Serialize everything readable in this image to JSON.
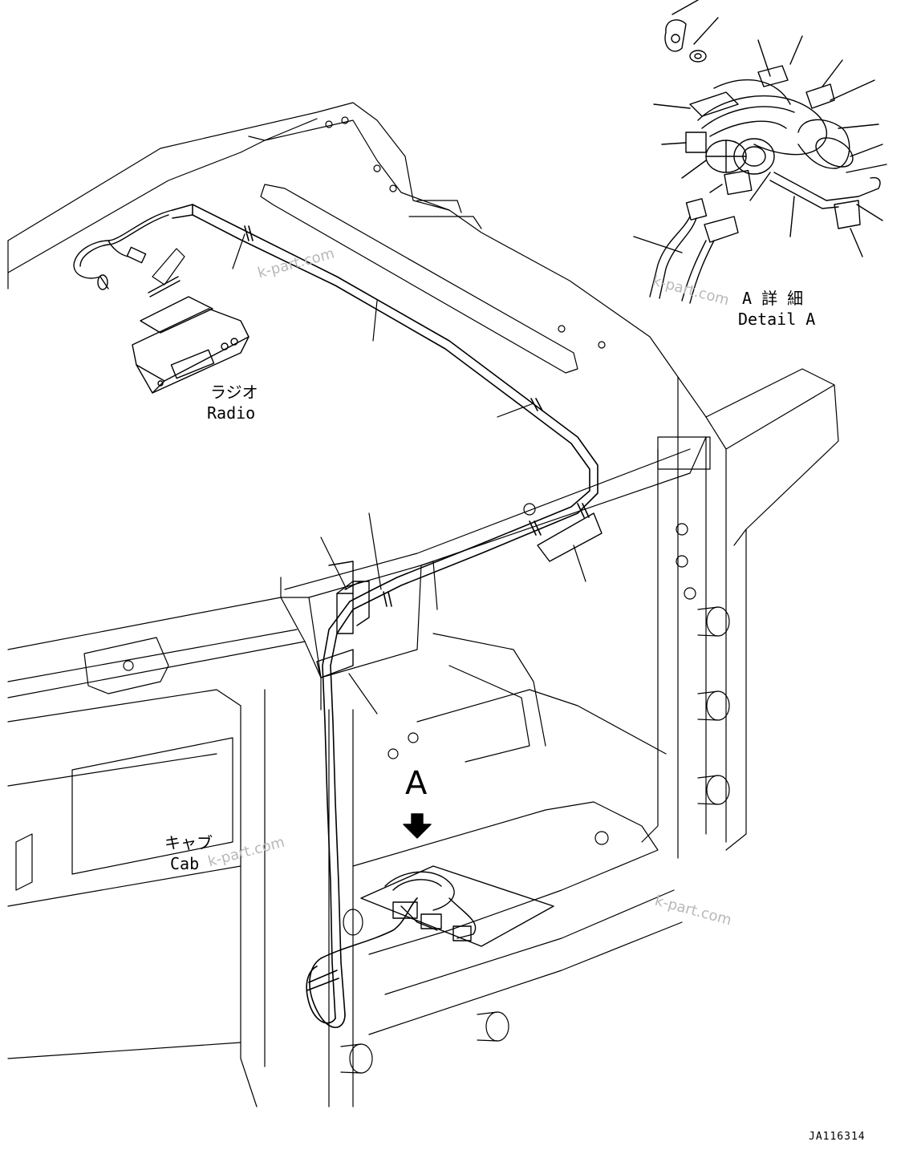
{
  "labels": {
    "radio_jp": "ラジオ",
    "radio_en": "Radio",
    "cab_jp": "キャブ",
    "cab_en": "Cab",
    "detail_jp": "A 詳 細",
    "detail_en": "Detail A",
    "view_marker": "A"
  },
  "watermarks": [
    "k-part.com",
    "k-part.com",
    "k-part.com",
    "k-part.com"
  ],
  "drawing_code": "JA116314"
}
